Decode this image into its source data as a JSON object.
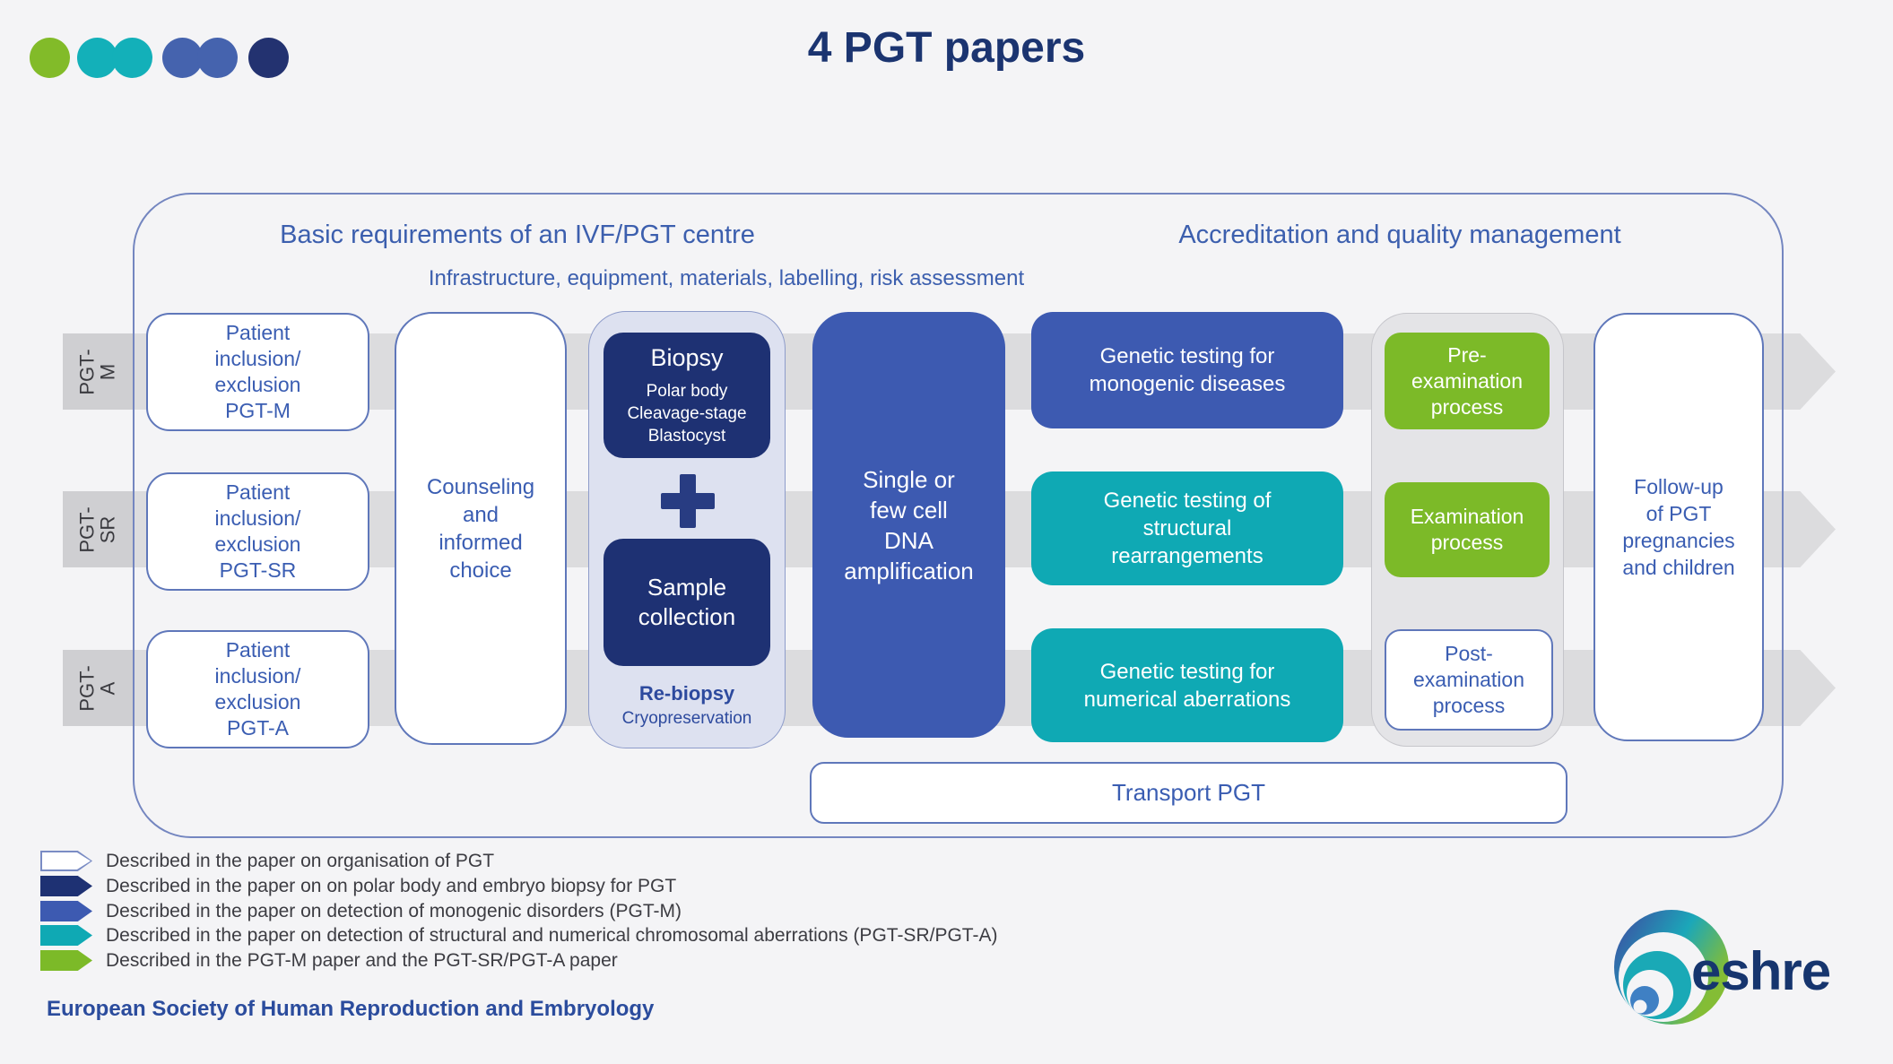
{
  "title": "4 PGT papers",
  "sections": {
    "left_header": "Basic requirements of an IVF/PGT centre",
    "right_header": "Accreditation and quality management",
    "subtitle": "Infrastructure, equipment, materials, labelling, risk assessment"
  },
  "lanes": [
    {
      "top": "PGT-",
      "bottom": "M"
    },
    {
      "top": "PGT-",
      "bottom": "SR"
    },
    {
      "top": "PGT-",
      "bottom": "A"
    }
  ],
  "boxes": {
    "patient": [
      "Patient\ninclusion/\nexclusion\nPGT-M",
      "Patient\ninclusion/\nexclusion\nPGT-SR",
      "Patient\ninclusion/\nexclusion\nPGT-A"
    ],
    "counseling": "Counseling\nand\ninformed\nchoice",
    "biopsy_title": "Biopsy",
    "biopsy_methods": "Polar body\nCleavage-stage\nBlastocyst",
    "plus_icon": "+",
    "sample_collection": "Sample\ncollection",
    "rebiopsy": "Re-biopsy",
    "cryopreservation": "Cryopreservation",
    "amplification": "Single or\nfew cell\nDNA\namplification",
    "genetic_monogenic": "Genetic testing for\nmonogenic diseases",
    "genetic_structural": "Genetic testing of\nstructural\nrearrangements",
    "genetic_numerical": "Genetic testing for\nnumerical aberrations",
    "pre_examination": "Pre-\nexamination\nprocess",
    "examination": "Examination\nprocess",
    "post_examination": "Post-\nexamination\nprocess",
    "followup": "Follow-up\nof PGT\npregnancies\nand children",
    "transport": "Transport PGT"
  },
  "legend": [
    {
      "swatch": "white",
      "text": "Described in the paper on organisation of PGT"
    },
    {
      "swatch": "navy",
      "text": "Described in the paper on on polar body and embryo biopsy for PGT"
    },
    {
      "swatch": "royal",
      "text": "Described in the paper on detection of monogenic disorders (PGT-M)"
    },
    {
      "swatch": "teal",
      "text": "Described in the paper on detection of structural and numerical chromosomal aberrations (PGT-SR/PGT-A)"
    },
    {
      "swatch": "green",
      "text": "Described in the PGT-M paper and the PGT-SR/PGT-A paper"
    }
  ],
  "footer": {
    "org": "European Society of Human Reproduction and Embryology",
    "logo_text": "eshre"
  },
  "colors": {
    "navy": "#1e3173",
    "royal_blue": "#3d5ab1",
    "teal": "#0fa9b4",
    "green": "#7cba28",
    "box_text_blue": "#3a5db2",
    "header_blue": "#3c5fae",
    "title_navy": "#1b3470",
    "lane_gray": "#dcdcde",
    "label_gray": "#cfcfd2",
    "lavender_panel": "#dde1f0",
    "exam_panel_gray": "#e4e4e7",
    "border_blue": "#5f77ba",
    "page_bg": "#f4f4f6",
    "legend_text": "#3c3c42"
  }
}
